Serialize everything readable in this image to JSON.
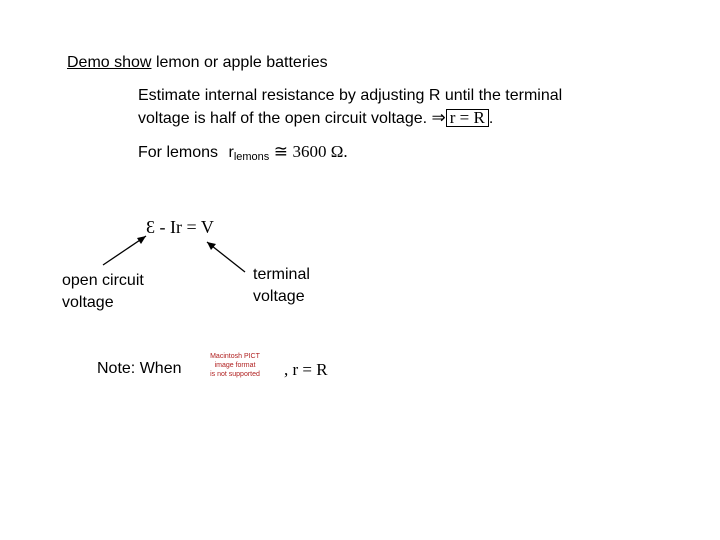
{
  "heading": {
    "label": "Demo show",
    "rest": "lemon or apple batteries"
  },
  "estimate": {
    "line1": "Estimate internal resistance by adjusting R until the terminal",
    "line2": "voltage is half of the open circuit voltage.",
    "implies": "⇒",
    "result": "r = R",
    "period": "."
  },
  "lemons": {
    "label": "For lemons",
    "r": "r",
    "sub": "lemons",
    "approx": "≅",
    "value": "3600 Ω."
  },
  "equation": {
    "text": "Ɛ - Ir = V"
  },
  "labels": {
    "open_circuit_1": "open circuit",
    "open_circuit_2": "voltage",
    "terminal_1": "terminal",
    "terminal_2": "voltage"
  },
  "note": {
    "label": "Note:  When",
    "placeholder_line1": "Macintosh PICT",
    "placeholder_line2": "image format",
    "placeholder_line3": "is not supported",
    "result": ",  r = R"
  }
}
